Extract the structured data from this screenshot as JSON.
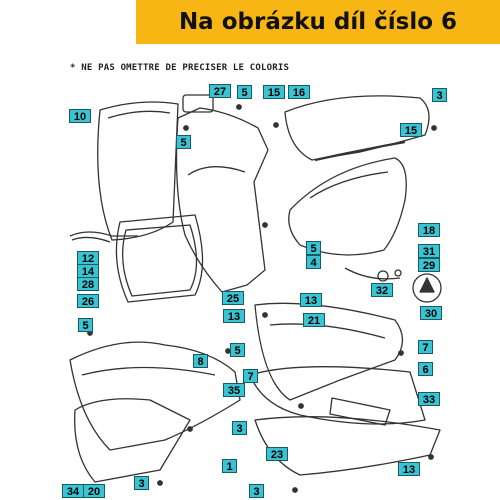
{
  "banner": {
    "title": "Na obrázku díl číslo 6"
  },
  "note": "* NE PAS OMETTRE DE PRECISER LE COLORIS",
  "labels": {
    "p10": "10",
    "p27": "27",
    "p5a": "5",
    "p15a": "15",
    "p16": "16",
    "p3a": "3",
    "p5b": "5",
    "p15b": "15",
    "p5c": "5",
    "p4": "4",
    "p18": "18",
    "p31": "31",
    "p29": "29",
    "p12": "12",
    "p14": "14",
    "p28": "28",
    "p32": "32",
    "p30": "30",
    "p26": "26",
    "p25": "25",
    "p13a": "13",
    "p21": "21",
    "p13b": "13",
    "p5d": "5",
    "p7a": "7",
    "p5e": "5",
    "p8": "8",
    "p7b": "7",
    "p6": "6",
    "p35": "35",
    "p33": "33",
    "p3b": "3",
    "p23": "23",
    "p1": "1",
    "p13c": "13",
    "p3c": "3",
    "p34": "34",
    "p20": "20",
    "p3d": "3"
  }
}
